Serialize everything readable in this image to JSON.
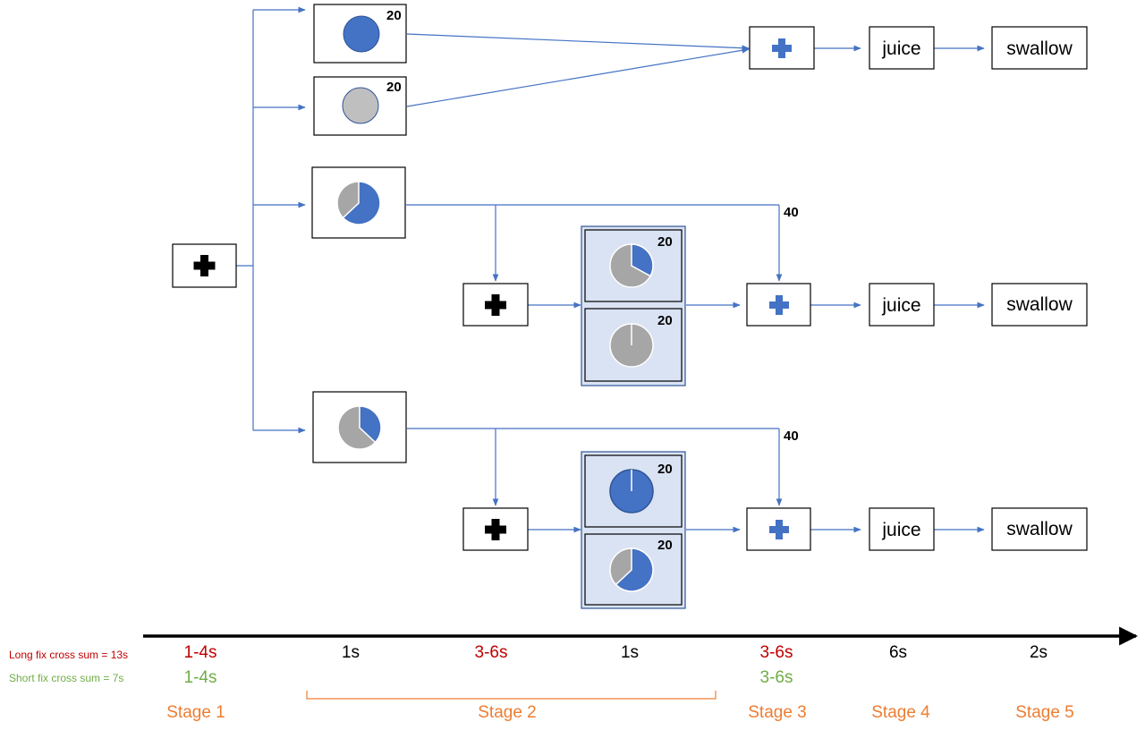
{
  "colors": {
    "blue": "#4472c4",
    "gray": "#bfbfbf",
    "gray_dark": "#a6a6a6",
    "panel": "#dae3f3",
    "red": "#c00000",
    "green": "#70ad47",
    "orange": "#ed7d31",
    "black": "#000000"
  },
  "icons": {
    "fixation": "black-cross-icon",
    "go_cue": "blue-cross-icon",
    "pie": "pie-chart-icon"
  },
  "labels": {
    "juice": "juice",
    "swallow": "swallow",
    "n20": "20",
    "n40": "40"
  },
  "pies": {
    "row1_top": {
      "blue_fraction": 1.0
    },
    "row1_bottom": {
      "blue_fraction": 0.0
    },
    "row2_option": {
      "blue_fraction": 0.63
    },
    "row2_top": {
      "blue_fraction": 0.33
    },
    "row2_bottom": {
      "blue_fraction": 0.0
    },
    "row3_option": {
      "blue_fraction": 0.37
    },
    "row3_top": {
      "blue_fraction": 1.0
    },
    "row3_bottom": {
      "blue_fraction": 0.63
    }
  },
  "timeline": {
    "long_label": "Long fix cross sum  = 13s",
    "short_label": "Short  fix cross sum = 7s",
    "durations": {
      "stage1_long": "1-4s",
      "stage1_short": "1-4s",
      "stage2_a": "1s",
      "stage2_b": "3-6s",
      "stage2_c": "1s",
      "stage3_long": "3-6s",
      "stage3_short": "3-6s",
      "stage4": "6s",
      "stage5": "2s"
    },
    "stages": [
      "Stage 1",
      "Stage 2",
      "Stage 3",
      "Stage 4",
      "Stage 5"
    ]
  }
}
